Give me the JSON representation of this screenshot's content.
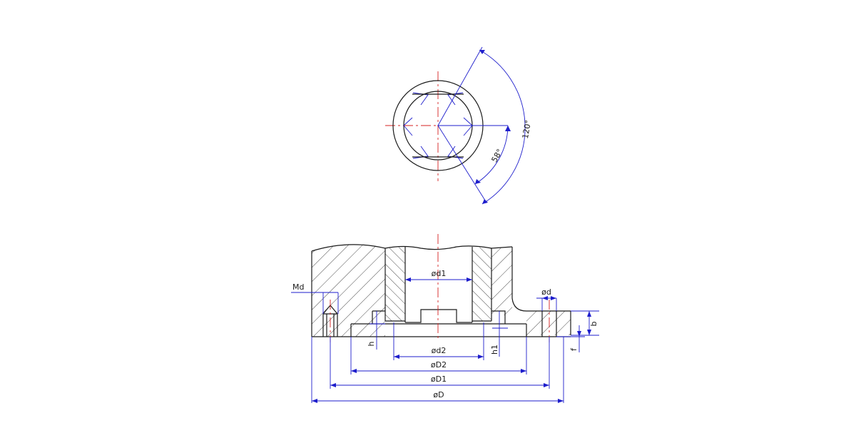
{
  "colors": {
    "outline": "#1a1a1a",
    "dimension": "#1e1ecc",
    "centerline": "#d42020",
    "background": "#ffffff"
  },
  "top_view": {
    "angle_outer": "120°",
    "angle_inner": "58°"
  },
  "section_view": {
    "label_thread": "Md",
    "label_bore": "ød1",
    "label_hole": "ød",
    "label_thickness": "b",
    "label_offset": "f",
    "label_depth": "h",
    "label_depth2": "h1",
    "label_d2": "ød2",
    "label_D2": "øD2",
    "label_D1": "øD1",
    "label_D": "øD"
  }
}
